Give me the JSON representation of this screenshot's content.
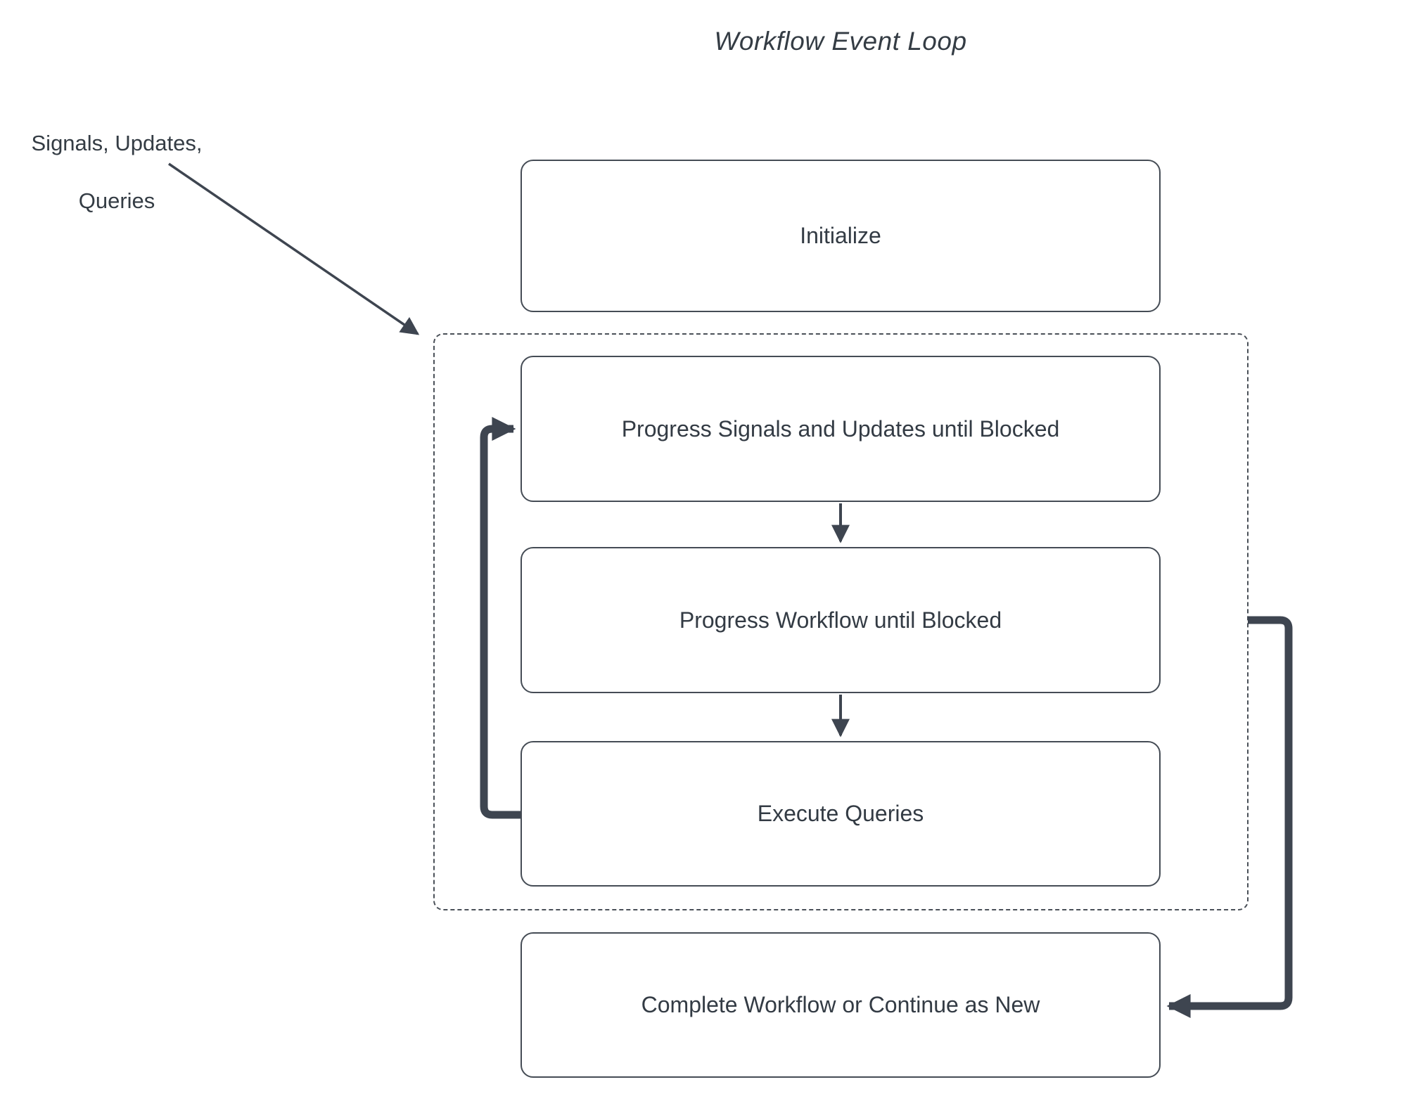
{
  "title": "Workflow Event Loop",
  "annotation": {
    "line1": "Signals, Updates,",
    "line2": "Queries"
  },
  "nodes": {
    "initialize": "Initialize",
    "progress_signals": "Progress Signals and Updates until Blocked",
    "progress_workflow": "Progress Workflow until Blocked",
    "execute_queries": "Execute Queries",
    "complete": "Complete Workflow or Continue as New"
  },
  "edges": {
    "signals_to_loop": "annotation arrow into dashed event-loop group",
    "progress_signals_to_progress_workflow": "down arrow",
    "progress_workflow_to_execute_queries": "down arrow",
    "execute_queries_back_to_progress_signals": "loop-back arrow on left side",
    "loop_to_complete": "exit arrow on right side into Complete Workflow or Continue as New"
  },
  "colors": {
    "stroke": "#3e4550",
    "border": "#454c55",
    "text": "#333b44",
    "background": "#ffffff"
  }
}
